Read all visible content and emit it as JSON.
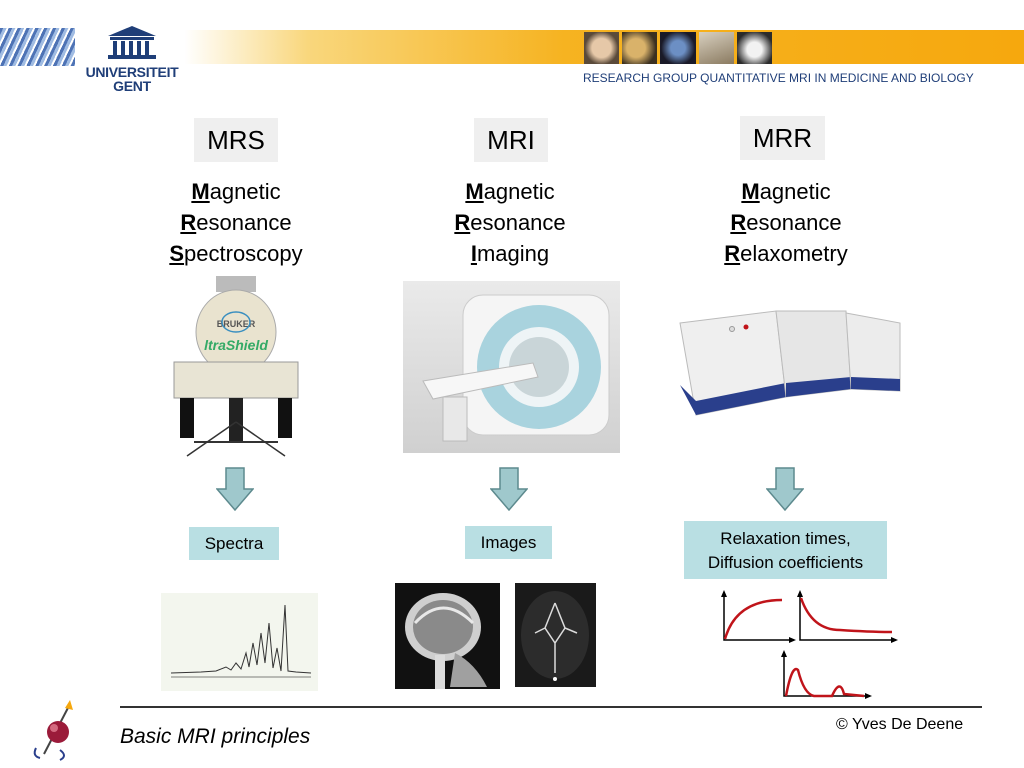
{
  "header": {
    "university_line1": "UNIVERSITEIT",
    "university_line2": "GENT",
    "research_group": "RESEARCH GROUP  QUANTITATIVE MRI IN MEDICINE AND BIOLOGY"
  },
  "columns": [
    {
      "abbrev": "MRS",
      "lines": [
        {
          "initial": "M",
          "rest": "agnetic"
        },
        {
          "initial": "R",
          "rest": "esonance"
        },
        {
          "initial": "S",
          "rest": "pectroscopy"
        }
      ],
      "output": "Spectra"
    },
    {
      "abbrev": "MRI",
      "lines": [
        {
          "initial": "M",
          "rest": "agnetic"
        },
        {
          "initial": "R",
          "rest": "esonance"
        },
        {
          "initial": "I",
          "rest": "maging"
        }
      ],
      "output": "Images"
    },
    {
      "abbrev": "MRR",
      "lines": [
        {
          "initial": "M",
          "rest": "agnetic"
        },
        {
          "initial": "R",
          "rest": "esonance"
        },
        {
          "initial": "R",
          "rest": "elaxometry"
        }
      ],
      "output_line1": "Relaxation times,",
      "output_line2": "Diffusion coefficients"
    }
  ],
  "footer": {
    "title": "Basic MRI principles",
    "copyright": "© Yves De Deene"
  },
  "colors": {
    "accent_orange": "#f6a80e",
    "navy": "#1f3e78",
    "tag_bg": "#b9dfe3",
    "arrow_fill": "#9fc8cc",
    "curve_red": "#c0141a"
  }
}
